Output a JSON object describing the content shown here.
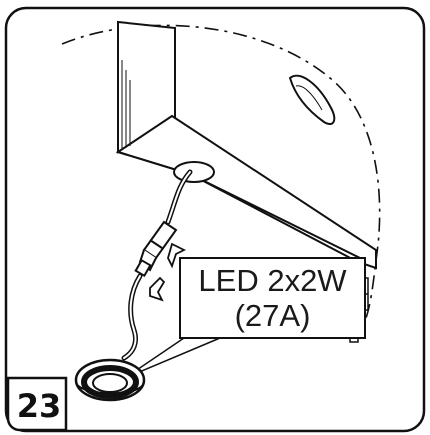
{
  "step": {
    "number": "23"
  },
  "callout": {
    "line1": "LED 2x2W",
    "line2": "(27A)"
  }
}
